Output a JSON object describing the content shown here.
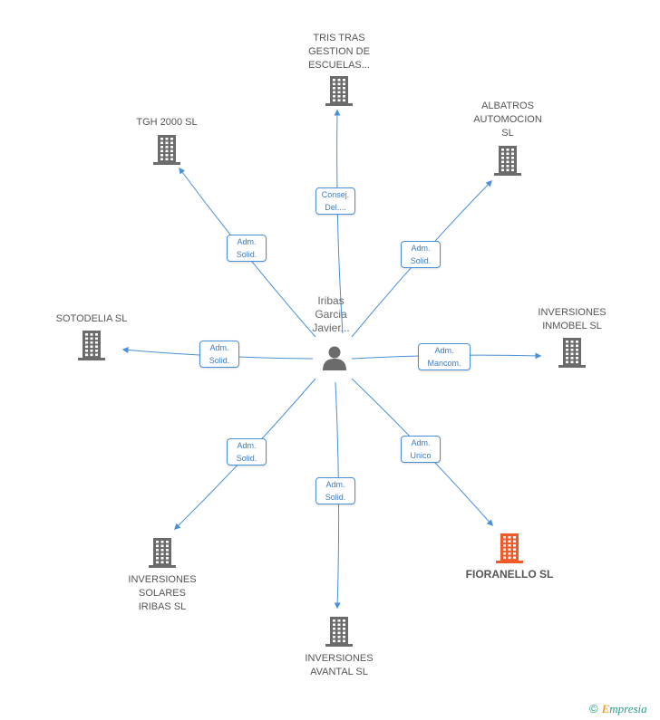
{
  "center": {
    "name": "Iribas\nGarcia\nJavier..."
  },
  "nodes": [
    {
      "id": "tris",
      "label": "TRIS TRAS\nGESTION DE\nESCUELAS...",
      "role": "Consej.\nDel...."
    },
    {
      "id": "tgh",
      "label": "TGH 2000 SL",
      "role": "Adm.\nSolid."
    },
    {
      "id": "albatros",
      "label": "ALBATROS\nAUTOMOCION\nSL",
      "role": "Adm.\nSolid."
    },
    {
      "id": "sotodelia",
      "label": "SOTODELIA SL",
      "role": "Adm.\nSolid."
    },
    {
      "id": "inmobel",
      "label": "INVERSIONES\nINMOBEL SL",
      "role": "Adm.\nMancom."
    },
    {
      "id": "solares",
      "label": "INVERSIONES\nSOLARES\nIRIBAS SL",
      "role": "Adm.\nSolid."
    },
    {
      "id": "avantal",
      "label": "INVERSIONES\nAVANTAL SL",
      "role": "Adm.\nSolid."
    },
    {
      "id": "fioranello",
      "label": "FIORANELLO SL",
      "role": "Adm.\nUnico",
      "highlight": true
    }
  ],
  "colors": {
    "edge": "#4a90d9",
    "building": "#6b6b6b",
    "highlight": "#f05a28",
    "person": "#6b6b6b"
  },
  "brand": {
    "copyright": "©",
    "name": "mpresia",
    "initial": "E"
  }
}
